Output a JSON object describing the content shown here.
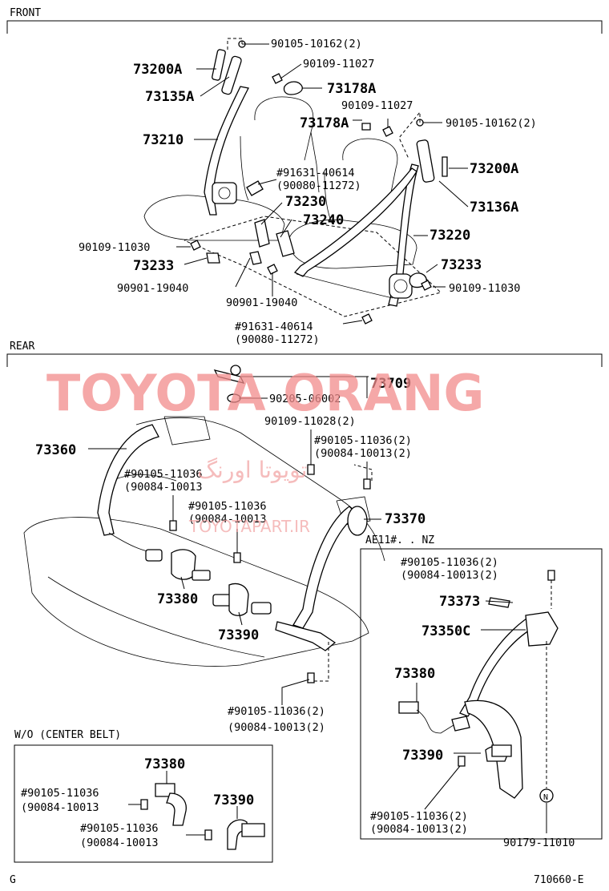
{
  "sections": {
    "front": "FRONT",
    "rear": "REAR",
    "ae11": "AE11#. . NZ",
    "wo_center": "W/O (CENTER  BELT)"
  },
  "front_labels": {
    "p73200a_left": "73200A",
    "p73135a": "73135A",
    "p73210": "73210",
    "p90105_10162_top": "90105-10162(2)",
    "p90109_11027_top": "90109-11027",
    "p73178a_1": "73178A",
    "p90109_11027_mid": "90109-11027",
    "p73178a_2": "73178A",
    "p90105_10162_right": "90105-10162(2)",
    "p73200a_right": "73200A",
    "p91631_40614_a": "#91631-40614",
    "p90080_11272_a": "(90080-11272)",
    "p73230": "73230",
    "p73240": "73240",
    "p73136a": "73136A",
    "p73220": "73220",
    "p90109_11030_left": "90109-11030",
    "p73233_left": "73233",
    "p73233_right": "73233",
    "p90109_11030_right": "90109-11030",
    "p90901_19040_a": "90901-19040",
    "p90901_19040_b": "90901-19040",
    "p91631_40614_b": "#91631-40614",
    "p90080_11272_b": "(90080-11272)"
  },
  "rear_labels": {
    "p73709": "73709",
    "p90205_06002": "90205-06002",
    "p90109_11028": "90109-11028(2)",
    "p90105_11036_2a": "#90105-11036(2)",
    "p90084_10013_2a": "(90084-10013(2)",
    "p73360": "73360",
    "p90105_11036_a": "#90105-11036",
    "p90084_10013_a": "(90084-10013",
    "p90105_11036_b": "#90105-11036",
    "p90084_10013_b": "(90084-10013",
    "p73370": "73370",
    "p73380": "73380",
    "p73390": "73390",
    "p90105_11036_2b": "#90105-11036(2)",
    "p90084_10013_2b": "(90084-10013(2)"
  },
  "ae11_labels": {
    "p90105_11036_2c": "#90105-11036(2)",
    "p90084_10013_2c": "(90084-10013(2)",
    "p73373": "73373",
    "p73350c": "73350C",
    "p73380": "73380",
    "p73390": "73390",
    "p90105_11036_2d": "#90105-11036(2)",
    "p90084_10013_2d": "(90084-10013(2)",
    "p90179_11010": "90179-11010",
    "n_mark": "N"
  },
  "wo_labels": {
    "p73380": "73380",
    "p73390": "73390",
    "p90105_11036_c": "#90105-11036",
    "p90084_10013_c": "(90084-10013",
    "p90105_11036_d": "#90105-11036",
    "p90084_10013_d": "(90084-10013"
  },
  "watermark": {
    "main": "TOYOTA ORANG",
    "arabic": "تویوتا اورنگ",
    "site": "TOYOTAPART.IR"
  },
  "footer": {
    "left": "G",
    "right": "710660-E"
  }
}
